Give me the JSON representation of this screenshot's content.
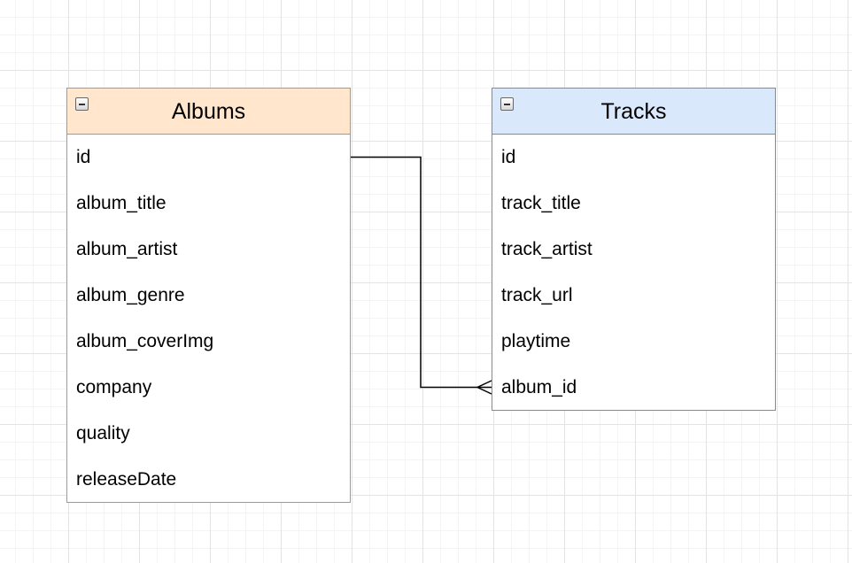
{
  "entities": {
    "albums": {
      "title": "Albums",
      "fields": [
        "id",
        "album_title",
        "album_artist",
        "album_genre",
        "album_coverImg",
        "company",
        "quality",
        "releaseDate"
      ],
      "header_fill": "#ffe6cc",
      "border_color": "#d79b00"
    },
    "tracks": {
      "title": "Tracks",
      "fields": [
        "id",
        "track_title",
        "track_artist",
        "track_url",
        "playtime",
        "album_id"
      ],
      "header_fill": "#dae8fc",
      "border_color": "#6c8ebf"
    }
  },
  "relations": [
    {
      "from": "albums.id",
      "to": "tracks.album_id",
      "from_cardinality": "one",
      "to_cardinality": "many",
      "line_color": "#000000"
    }
  ],
  "icons": {
    "collapse": "collapse-minus-icon"
  }
}
